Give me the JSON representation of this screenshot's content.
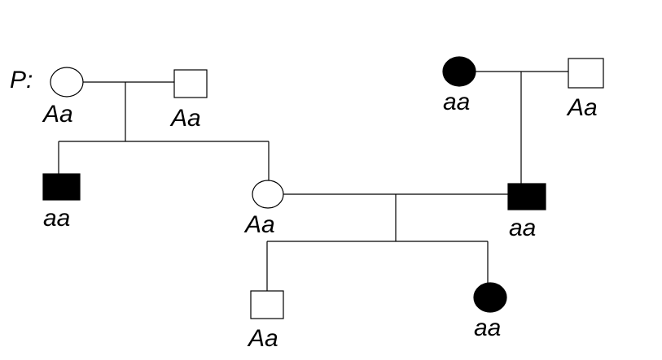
{
  "generation_label": "P:",
  "individuals": [
    {
      "id": "p-mother",
      "sex": "female",
      "affected": false,
      "genotype": "Aa"
    },
    {
      "id": "p-father",
      "sex": "male",
      "affected": false,
      "genotype": "Aa"
    },
    {
      "id": "p-son",
      "sex": "male",
      "affected": true,
      "genotype": "aa"
    },
    {
      "id": "p-daughter",
      "sex": "female",
      "affected": false,
      "genotype": "Aa"
    },
    {
      "id": "r-mother",
      "sex": "female",
      "affected": true,
      "genotype": "aa"
    },
    {
      "id": "r-father",
      "sex": "male",
      "affected": false,
      "genotype": "Aa"
    },
    {
      "id": "r-son",
      "sex": "male",
      "affected": true,
      "genotype": "aa"
    },
    {
      "id": "c-son",
      "sex": "male",
      "affected": false,
      "genotype": "Aa"
    },
    {
      "id": "c-daughter",
      "sex": "female",
      "affected": true,
      "genotype": "aa"
    }
  ],
  "colors": {
    "affected_fill": "#000000",
    "unaffected_fill": "#ffffff",
    "line": "#000000"
  }
}
